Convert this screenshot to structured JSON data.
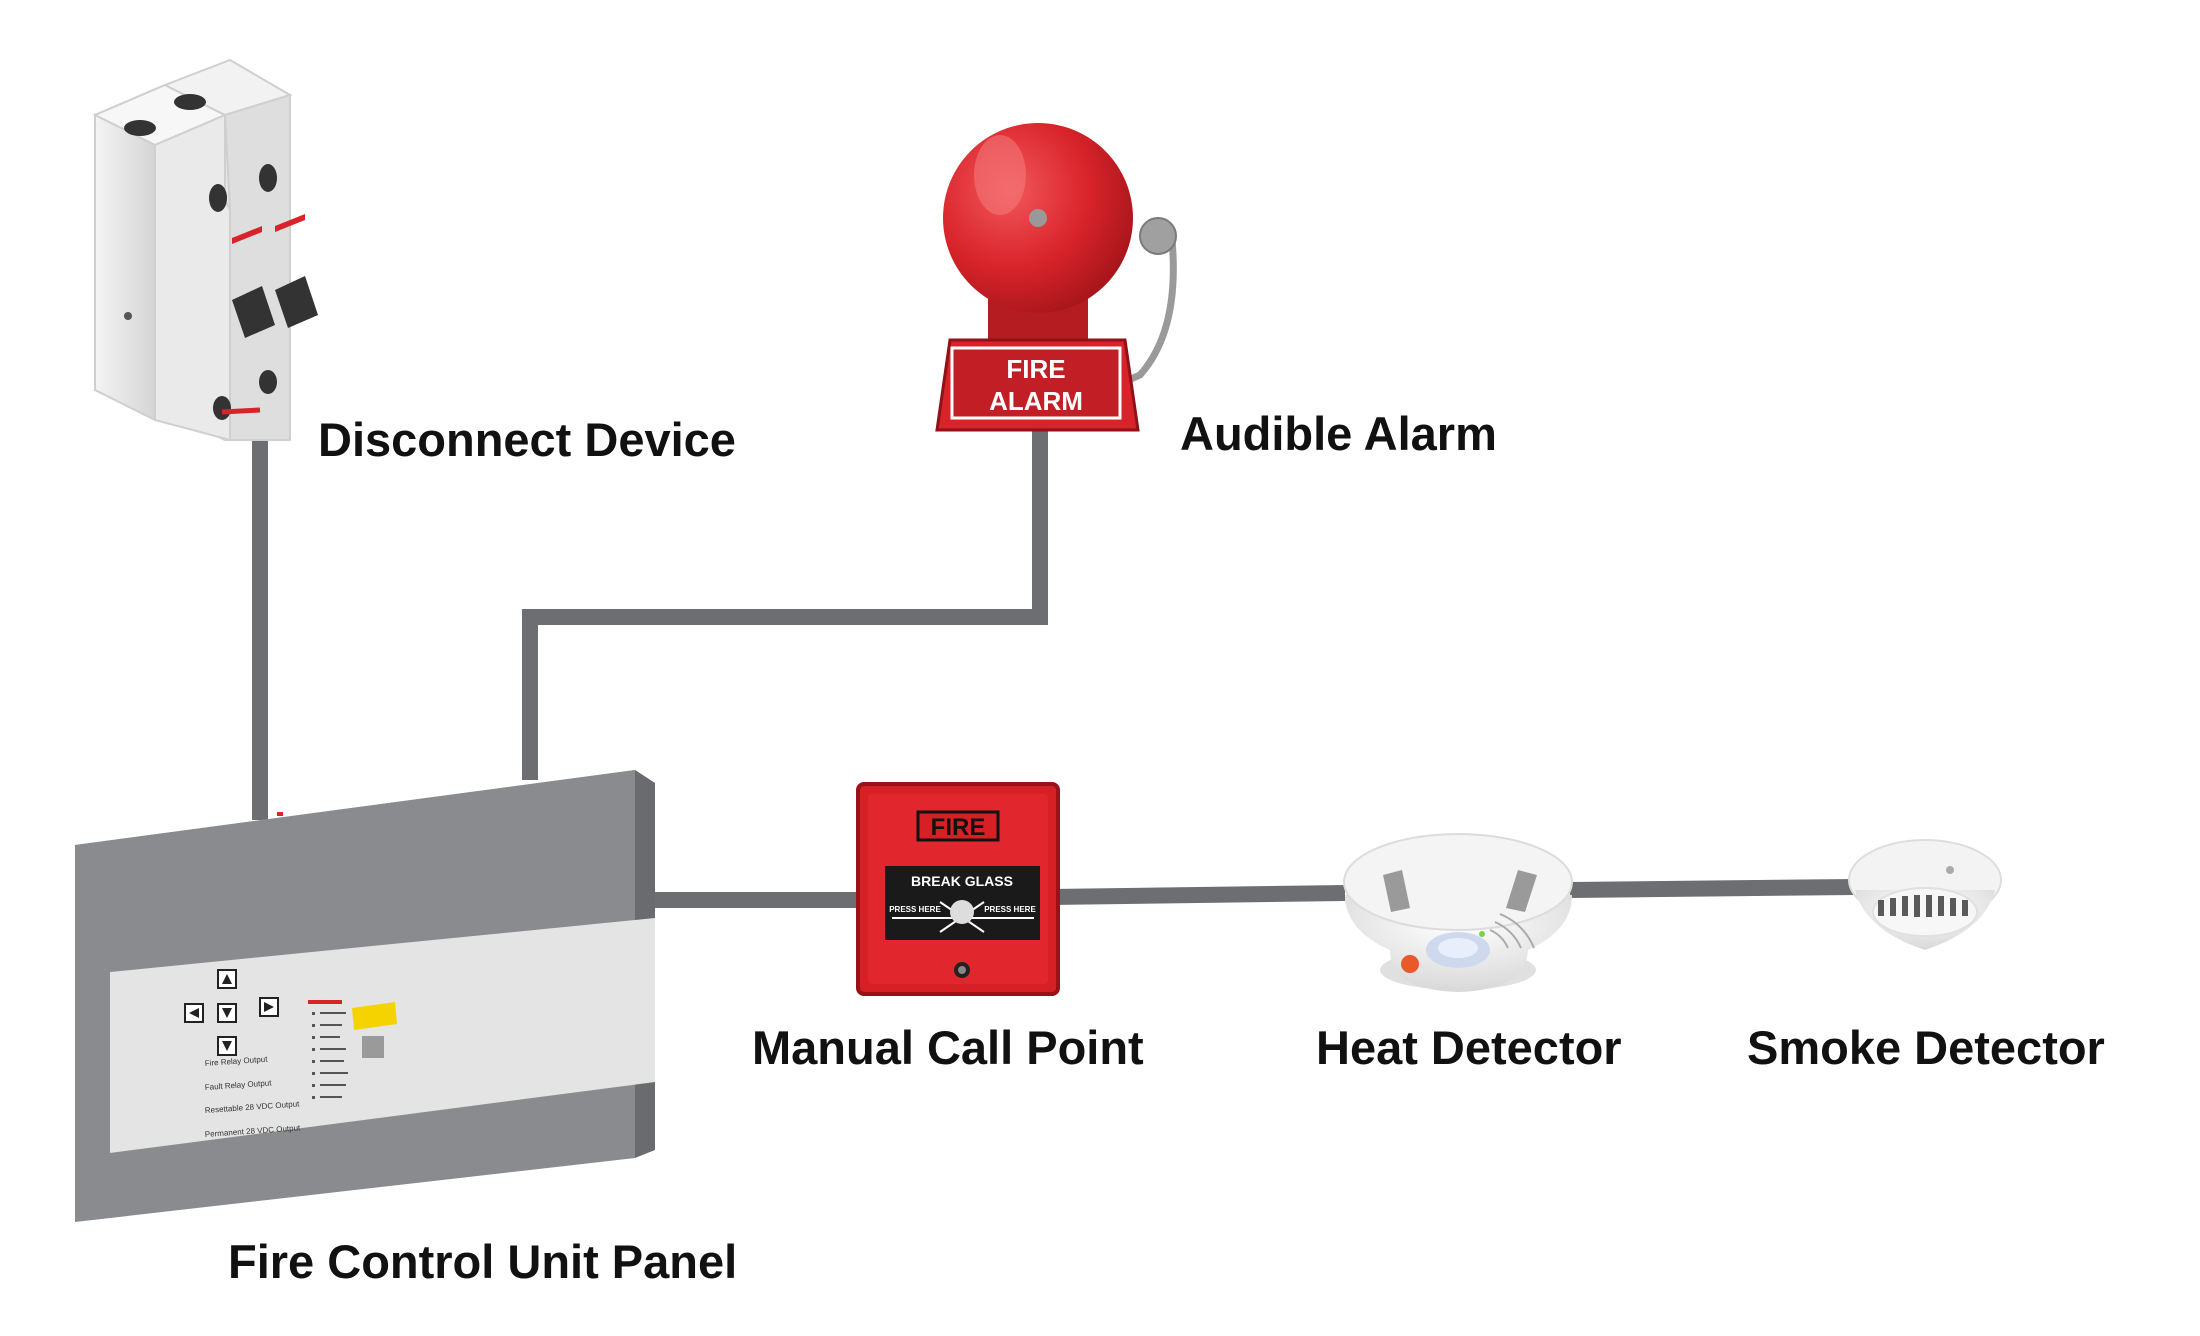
{
  "labels": {
    "disconnect_device": "Disconnect Device",
    "audible_alarm": "Audible Alarm",
    "fire_control_unit_panel": "Fire Control Unit Panel",
    "manual_call_point": "Manual Call Point",
    "heat_detector": "Heat Detector",
    "smoke_detector": "Smoke Detector"
  },
  "alarm_bell": {
    "plate_line1": "FIRE",
    "plate_line2": "ALARM"
  },
  "call_point": {
    "header": "FIRE",
    "caption": "BREAK GLASS",
    "press_left": "PRESS HERE",
    "press_right": "PRESS HERE"
  },
  "panel": {
    "outputs": [
      "Fire Relay Output",
      "Fault Relay Output",
      "Resettable 28 VDC Output",
      "Permanent 28 VDC Output"
    ]
  },
  "colors": {
    "wire": "#6d6e72",
    "alarm_red": "#d8232a",
    "call_point_red": "#d71f26",
    "panel_grey": "#8a8b8f",
    "panel_light": "#e4e4e4"
  }
}
